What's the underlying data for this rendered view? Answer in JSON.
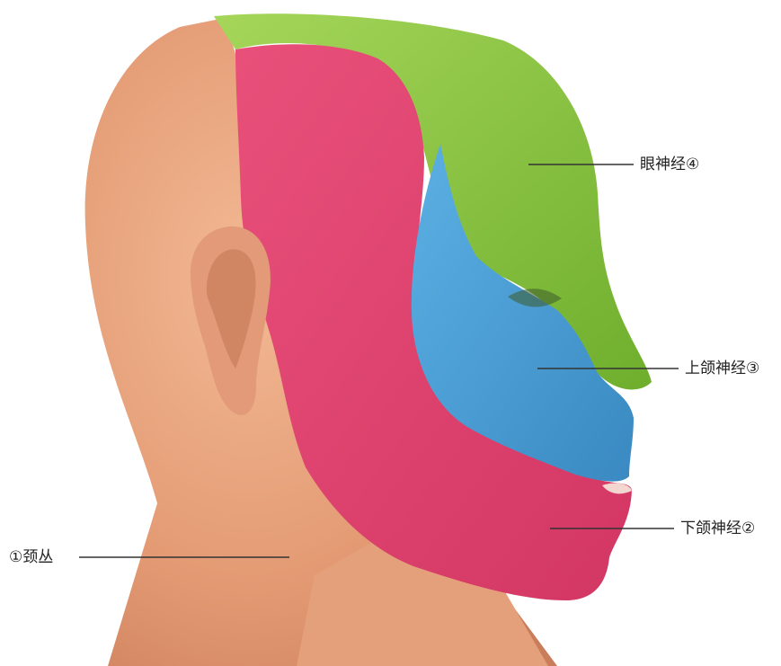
{
  "labels": {
    "ophthalmic": "眼神经④",
    "maxillary": "上颌神经③",
    "mandibular": "下颌神经②",
    "cervical": "①颈丛"
  },
  "colors": {
    "background": "#ffffff",
    "skin": "#e9a57e",
    "skin_shadow": "#c97d5a",
    "ophthalmic_region": "#8cc63f",
    "maxillary_region": "#4a9fd6",
    "mandibular_region": "#e0426e",
    "leader_line": "#333333"
  }
}
